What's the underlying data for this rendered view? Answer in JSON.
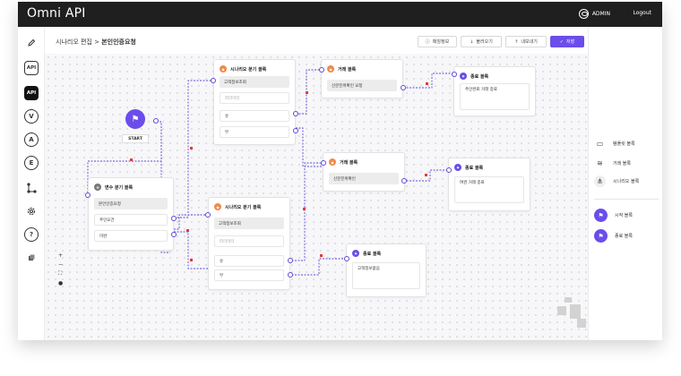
{
  "app": {
    "title": "Omni API",
    "user": "ADMIN",
    "logout": "Logout"
  },
  "breadcrumb": {
    "parent": "시나리오 편집",
    "separator": ">",
    "current": "본인인증요청"
  },
  "toolbar": {
    "info_label": "매칭정보",
    "import_label": "불러오기",
    "export_label": "내보내기",
    "save_label": "저장"
  },
  "left_icons": [
    "pencil-icon",
    "api-outline-icon",
    "api-solid-icon",
    "v-circle-icon",
    "a-circle-icon",
    "e-circle-icon",
    "branch-icon",
    "settings-icon",
    "help-icon",
    "cube-icon"
  ],
  "left_letters": {
    "api": "API",
    "v": "V",
    "a": "A",
    "e": "E",
    "help": "?"
  },
  "right_panel": {
    "items": [
      {
        "label": "템플릿 블록",
        "icon": "template-icon"
      },
      {
        "label": "거래 블록",
        "icon": "layers-icon"
      },
      {
        "label": "시나리오 블록",
        "icon": "scenario-icon"
      },
      {
        "label": "시작 블록",
        "icon": "flag-icon"
      },
      {
        "label": "종료 블록",
        "icon": "flag-icon"
      }
    ]
  },
  "canvas": {
    "start_label": "START",
    "nodes": {
      "var_branch": {
        "title": "변수 분기 블록",
        "rows": [
          "본인인증요청",
          "추인요건",
          "미완"
        ]
      },
      "scenario_branch_top": {
        "title": "시나리오 분기 블록",
        "rows": [
          "고객정보조회",
          "파라미터",
          "유",
          "무"
        ]
      },
      "scenario_branch_mid": {
        "title": "시나리오 분기 블록",
        "rows": [
          "고객정보조회",
          "파라미터",
          "유",
          "무"
        ]
      },
      "deal_top": {
        "title": "거래 블록",
        "rows": [
          "신분진위확인 요청"
        ]
      },
      "deal_mid": {
        "title": "거래 블록",
        "rows": [
          "신분진위확인"
        ]
      },
      "end_top": {
        "title": "종료 블록",
        "rows": [
          "추인완료 거래 종료"
        ]
      },
      "end_mid": {
        "title": "종료 블록",
        "rows": [
          "여권 거래 종료"
        ]
      },
      "end_bottom": {
        "title": "종료 블록",
        "rows": [
          "고객정보없음"
        ]
      }
    }
  },
  "zoom": {
    "plus": "+",
    "minus": "−",
    "fit": "⛶",
    "lock": "●"
  },
  "colors": {
    "accent": "#6b4dea",
    "scenario": "#f08a4b",
    "edge_marker": "#e53935",
    "topbar": "#1f1f1f"
  }
}
